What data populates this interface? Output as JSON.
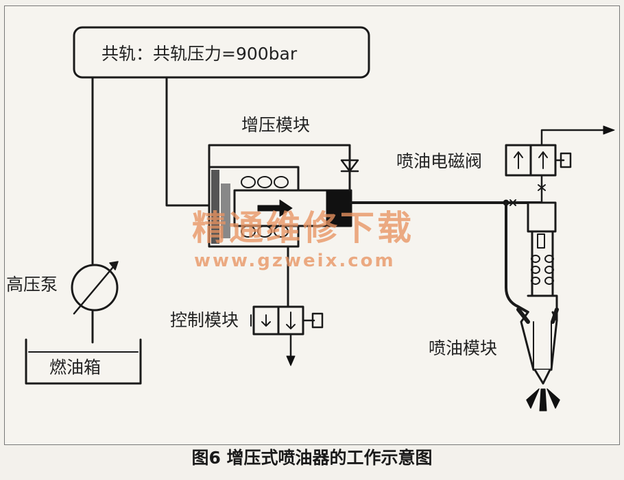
{
  "labels": {
    "rail": "共轨：共轨压力=900bar",
    "booster": "增压模块",
    "solenoid": "喷油电磁阀",
    "pump": "高压泵",
    "control": "控制模块",
    "tank": "燃油箱",
    "injector": "喷油模块"
  },
  "watermark": {
    "cn": "精通维修下载",
    "url": "www.gzweix.com"
  },
  "caption": "图6 增压式喷油器的工作示意图"
}
